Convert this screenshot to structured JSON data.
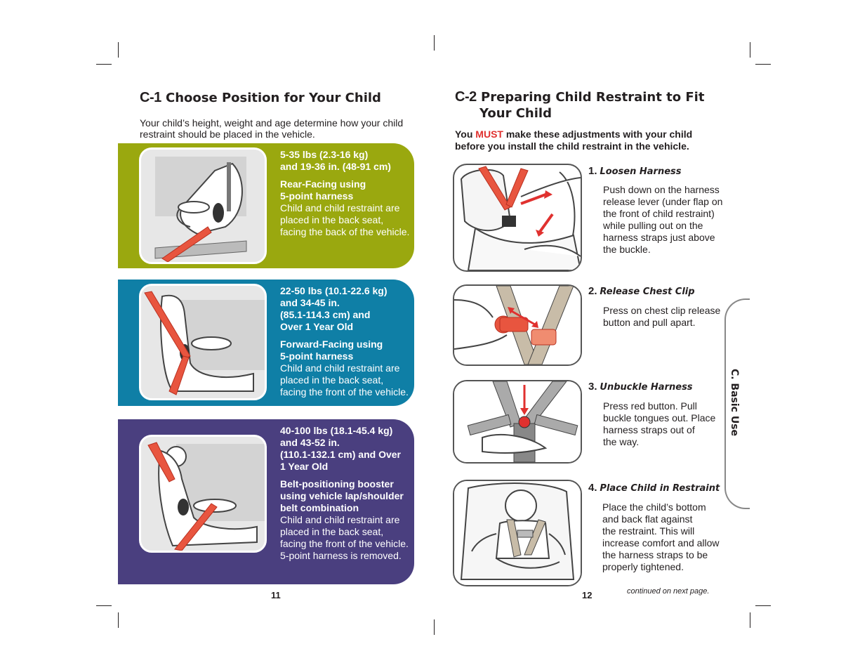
{
  "left_page": {
    "section_code": "C-1",
    "section_title": "Choose Position for Your Child",
    "intro_line1": "Your child’s height, weight and age determine how your child",
    "intro_line2": "restraint should be placed in the vehicle.",
    "panels": [
      {
        "color": "#9aa80f",
        "range_lines": [
          "5-35 lbs (2.3-16 kg)",
          "and 19-36 in. (48-91 cm)"
        ],
        "mode_lines": [
          "Rear-Facing using",
          "5-point harness"
        ],
        "desc_lines": [
          "Child and child restraint are",
          "placed in the back seat,",
          "facing the back of the vehicle."
        ]
      },
      {
        "color": "#0f7fa6",
        "range_lines": [
          "22-50 lbs (10.1-22.6 kg)",
          "and 34-45 in.",
          "(85.1-114.3 cm) and",
          "Over 1 Year Old"
        ],
        "mode_lines": [
          "Forward-Facing using",
          "5-point harness"
        ],
        "desc_lines": [
          "Child and child restraint are",
          "placed in the back seat,",
          "facing the front of the vehicle."
        ]
      },
      {
        "color": "#4a3f7f",
        "range_lines": [
          "40-100 lbs (18.1-45.4 kg)",
          "and 43-52 in.",
          "(110.1-132.1 cm) and Over",
          "1 Year Old"
        ],
        "mode_lines": [
          "Belt-positioning booster",
          "using vehicle  lap/shoulder",
          "belt combination"
        ],
        "desc_lines": [
          "Child and child restraint are",
          "placed in the back seat,",
          "facing the front of the vehicle.",
          "5-point harness is removed."
        ]
      }
    ],
    "page_number": "11"
  },
  "right_page": {
    "section_code": "C-2",
    "section_title_line1": "Preparing Child Restraint to Fit",
    "section_title_line2": "Your Child",
    "must_prefix": "You ",
    "must_word": "MUST",
    "must_suffix": " make these adjustments with your child",
    "must_line2": "before you install the child restraint in the vehicle.",
    "steps": [
      {
        "num": "1.",
        "title": "Loosen Harness",
        "body_lines": [
          "Push down on the harness",
          "release lever (under flap on",
          "the front of child restraint)",
          "while pulling out on the",
          "harness straps just above",
          "the buckle."
        ]
      },
      {
        "num": "2.",
        "title": "Release Chest Clip",
        "body_lines": [
          "Press on chest clip release",
          "button and pull apart."
        ]
      },
      {
        "num": "3.",
        "title": "Unbuckle Harness",
        "body_lines": [
          "Press red button. Pull",
          "buckle tongues out. Place",
          "harness straps out of",
          "the way."
        ]
      },
      {
        "num": "4.",
        "title": "Place Child in Restraint",
        "body_lines": [
          "Place the child’s bottom",
          "and back flat against",
          "the restraint.  This will",
          "increase comfort and allow",
          "the harness straps to be",
          "properly tightened."
        ]
      }
    ],
    "side_tab": "C. Basic Use",
    "page_number": "12",
    "continued": "continued on next page."
  },
  "colors": {
    "accent_red": "#e0312f",
    "strap_red": "#e8553f",
    "text": "#231f20"
  }
}
